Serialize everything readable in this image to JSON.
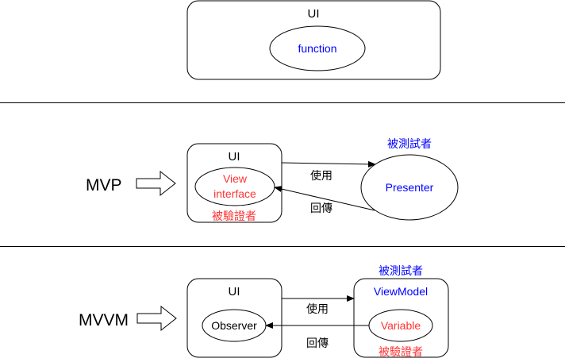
{
  "section1": {
    "ui_label": "UI",
    "function_label": "function"
  },
  "section2": {
    "pattern_label": "MVP",
    "ui_label": "UI",
    "view_interface_line1": "View",
    "view_interface_line2": "interface",
    "verified_label": "被驗證者",
    "tested_label": "被測試者",
    "presenter_label": "Presenter",
    "use_label": "使用",
    "return_label": "回傳"
  },
  "section3": {
    "pattern_label": "MVVM",
    "ui_label": "UI",
    "observer_label": "Observer",
    "tested_label": "被測試者",
    "viewmodel_label": "ViewModel",
    "variable_label": "Variable",
    "verified_label": "被驗證者",
    "use_label": "使用",
    "return_label": "回傳"
  },
  "colors": {
    "blue": "#0000ff",
    "red": "#ff3333",
    "black": "#000000"
  }
}
